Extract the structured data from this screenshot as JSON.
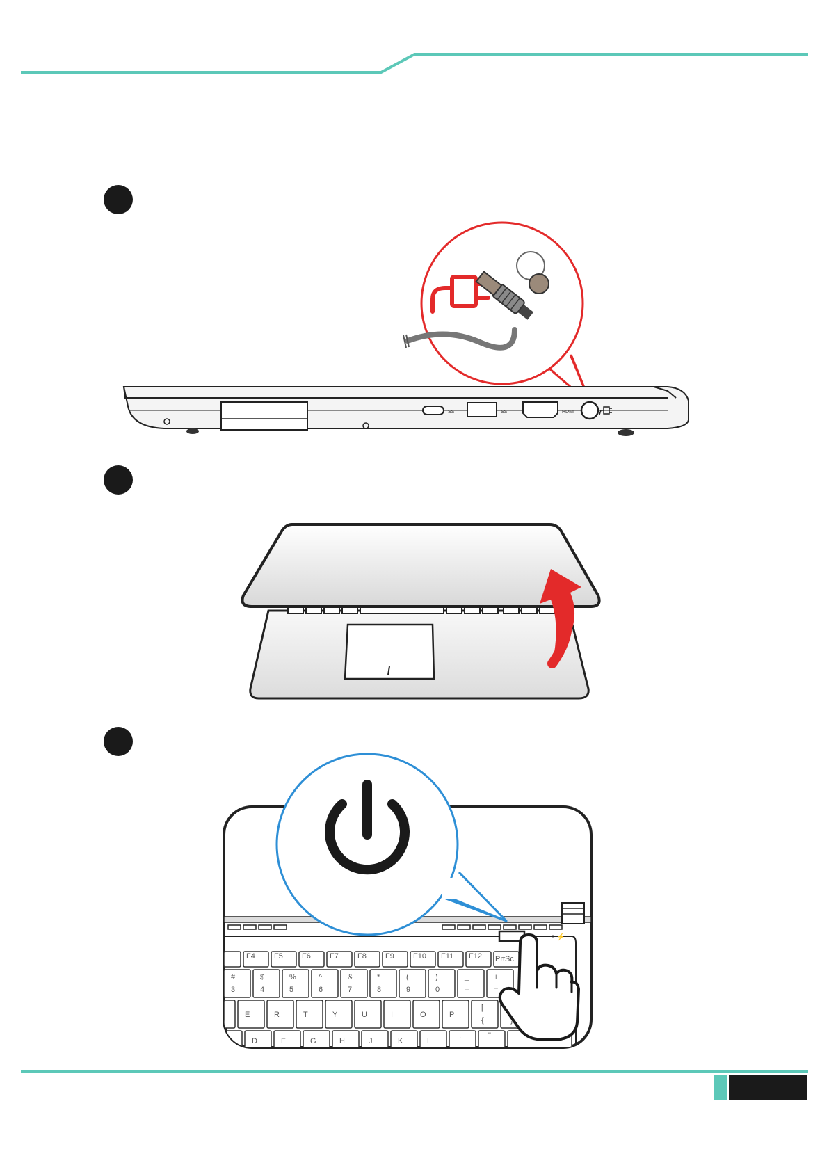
{
  "colors": {
    "accent": "#5cc8b8",
    "callout_red": "#e32a2a",
    "callout_blue": "#2e8fd6",
    "ink": "#1a1a1a"
  },
  "icons": {
    "step1": "dc-power-plug-icon",
    "step2": "open-lid-arrow-icon",
    "step3": "power-button-icon"
  },
  "steps": [
    {
      "illustration": "connect-ac-adapter"
    },
    {
      "illustration": "open-lid"
    },
    {
      "illustration": "press-power-button"
    }
  ],
  "ports": {
    "usb_c_label": "SS",
    "usb_a_label": "SS",
    "hdmi_label": "HDMI"
  },
  "keyboard": {
    "fn_row": [
      "F4",
      "F5",
      "F6",
      "F7",
      "F8",
      "F9",
      "F10",
      "F11",
      "F12",
      "PrtSc"
    ],
    "number_row_top": [
      "#",
      "$",
      "%",
      "^",
      "&",
      "*",
      "(",
      ")",
      "_",
      "+"
    ],
    "number_row_bottom": [
      "3",
      "4",
      "5",
      "6",
      "7",
      "8",
      "9",
      "0",
      "–",
      "="
    ],
    "qwerty_row": [
      "E",
      "R",
      "T",
      "Y",
      "U",
      "I",
      "O",
      "P"
    ],
    "bracket_top": [
      "[",
      "]"
    ],
    "bracket_bottom": [
      "{",
      "}"
    ],
    "backslash": "\\",
    "backslash_top": "|",
    "home_row": [
      "D",
      "F",
      "G",
      "H",
      "J",
      "K",
      "L"
    ],
    "colon_top": ":",
    "quote_top": "\"",
    "enter": "ENTER"
  }
}
